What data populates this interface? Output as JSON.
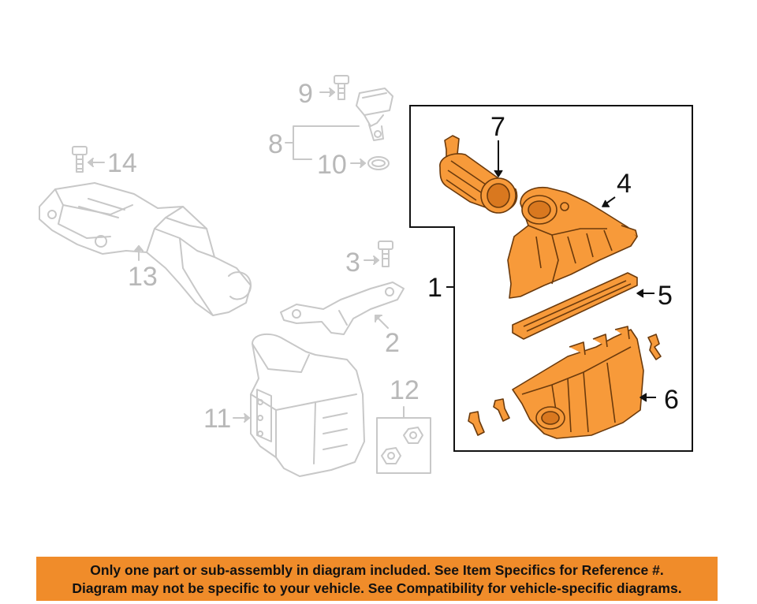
{
  "diagram": {
    "callouts": {
      "c1": "1",
      "c2": "2",
      "c3": "3",
      "c4": "4",
      "c5": "5",
      "c6": "6",
      "c7": "7",
      "c8": "8",
      "c9": "9",
      "c10": "10",
      "c11": "11",
      "c12": "12",
      "c13": "13",
      "c14": "14"
    },
    "colors": {
      "highlight_fill": "#f79a3a",
      "highlight_stroke": "#6b3a0c",
      "ghost_stroke": "#c8c8c8",
      "ghost_label": "#b8b8b8",
      "box_stroke": "#111111"
    }
  },
  "banner": {
    "line1": "Only one part or sub-assembly in diagram included. See Item Specifics for Reference #.",
    "line2": "Diagram may not be specific to your vehicle. See Compatibility for vehicle-specific diagrams.",
    "background": "#f08c2a"
  }
}
